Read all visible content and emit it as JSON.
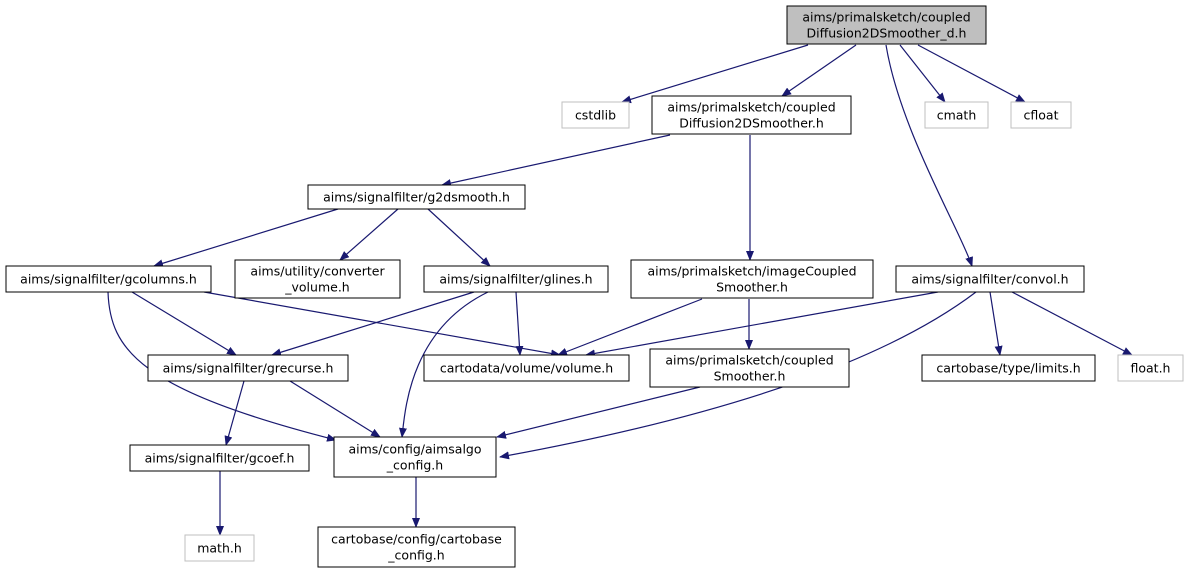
{
  "graph": {
    "colors": {
      "root_fill": "#bfbfbf",
      "node_border": "#000000",
      "external_border": "#bfbfbf",
      "edge": "#191970",
      "external_text": "#000000"
    },
    "nodes": [
      {
        "id": "root",
        "lines": [
          "aims/primalsketch/coupled",
          "Diffusion2DSmoother_d.h"
        ],
        "kind": "root"
      },
      {
        "id": "cstdlib",
        "lines": [
          "cstdlib"
        ],
        "kind": "external"
      },
      {
        "id": "cds",
        "lines": [
          "aims/primalsketch/coupled",
          "Diffusion2DSmoother.h"
        ],
        "kind": "header"
      },
      {
        "id": "cmath",
        "lines": [
          "cmath"
        ],
        "kind": "external"
      },
      {
        "id": "cfloat",
        "lines": [
          "cfloat"
        ],
        "kind": "external"
      },
      {
        "id": "g2d",
        "lines": [
          "aims/signalfilter/g2dsmooth.h"
        ],
        "kind": "header"
      },
      {
        "id": "gcol",
        "lines": [
          "aims/signalfilter/gcolumns.h"
        ],
        "kind": "header"
      },
      {
        "id": "conv",
        "lines": [
          "aims/utility/converter",
          "_volume.h"
        ],
        "kind": "header"
      },
      {
        "id": "glines",
        "lines": [
          "aims/signalfilter/glines.h"
        ],
        "kind": "header"
      },
      {
        "id": "ics",
        "lines": [
          "aims/primalsketch/imageCoupled",
          "Smoother.h"
        ],
        "kind": "header"
      },
      {
        "id": "convol",
        "lines": [
          "aims/signalfilter/convol.h"
        ],
        "kind": "header"
      },
      {
        "id": "grec",
        "lines": [
          "aims/signalfilter/grecurse.h"
        ],
        "kind": "header"
      },
      {
        "id": "vol",
        "lines": [
          "cartodata/volume/volume.h"
        ],
        "kind": "header"
      },
      {
        "id": "cs",
        "lines": [
          "aims/primalsketch/coupled",
          "Smoother.h"
        ],
        "kind": "header"
      },
      {
        "id": "limits",
        "lines": [
          "cartobase/type/limits.h"
        ],
        "kind": "header"
      },
      {
        "id": "floath",
        "lines": [
          "float.h"
        ],
        "kind": "external"
      },
      {
        "id": "gcoef",
        "lines": [
          "aims/signalfilter/gcoef.h"
        ],
        "kind": "header"
      },
      {
        "id": "aimsalgo",
        "lines": [
          "aims/config/aimsalgo",
          "_config.h"
        ],
        "kind": "header"
      },
      {
        "id": "mathh",
        "lines": [
          "math.h"
        ],
        "kind": "external"
      },
      {
        "id": "cartobase",
        "lines": [
          "cartobase/config/cartobase",
          "_config.h"
        ],
        "kind": "header"
      }
    ],
    "edges": [
      [
        "root",
        "cstdlib"
      ],
      [
        "root",
        "cds"
      ],
      [
        "root",
        "cmath"
      ],
      [
        "root",
        "cfloat"
      ],
      [
        "root",
        "convol"
      ],
      [
        "cds",
        "g2d"
      ],
      [
        "cds",
        "ics"
      ],
      [
        "g2d",
        "gcol"
      ],
      [
        "g2d",
        "conv"
      ],
      [
        "g2d",
        "glines"
      ],
      [
        "gcol",
        "grec"
      ],
      [
        "gcol",
        "vol"
      ],
      [
        "gcol",
        "aimsalgo"
      ],
      [
        "glines",
        "grec"
      ],
      [
        "glines",
        "vol"
      ],
      [
        "glines",
        "aimsalgo"
      ],
      [
        "ics",
        "vol"
      ],
      [
        "ics",
        "cs"
      ],
      [
        "convol",
        "vol"
      ],
      [
        "convol",
        "limits"
      ],
      [
        "convol",
        "floath"
      ],
      [
        "convol",
        "aimsalgo"
      ],
      [
        "grec",
        "gcoef"
      ],
      [
        "grec",
        "aimsalgo"
      ],
      [
        "cs",
        "aimsalgo"
      ],
      [
        "gcoef",
        "mathh"
      ],
      [
        "aimsalgo",
        "cartobase"
      ]
    ]
  }
}
